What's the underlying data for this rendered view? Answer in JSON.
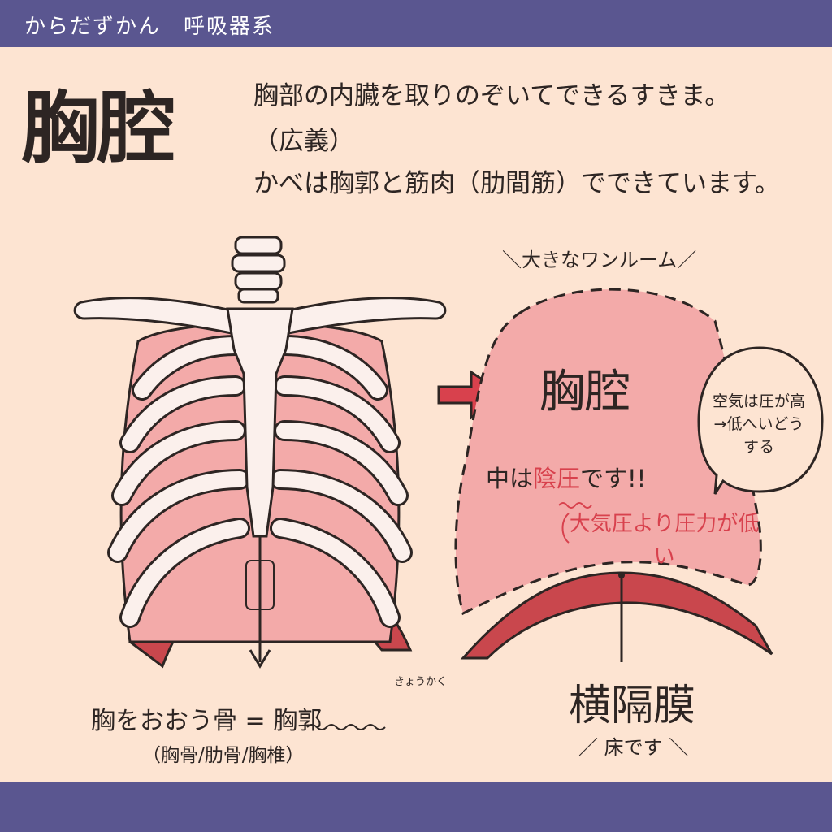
{
  "header": {
    "title": "からだずかん　呼吸器系"
  },
  "main_title": "胸腔",
  "definition": {
    "line1": "胸部の内臓を取りのぞいてできるすきま。",
    "line2": "（広義）",
    "line3": "かべは胸郭と筋肉（肋間筋）でできています。"
  },
  "thorax": {
    "oneroom_label": "＼大きなワンルーム／",
    "cavity_label": "胸腔",
    "bubble_text": "空気は圧が高→低へいどうする",
    "negpress_prefix": "中は",
    "negpress_red": "陰圧",
    "negpress_suffix": "です!!",
    "negpress_note": "大気圧より圧力が低い",
    "diaphragm_label": "横隔膜",
    "floor_label": "／ 床です ＼"
  },
  "bones": {
    "ruby": "きょうかく",
    "line": "胸をおおう骨 = 胸郭",
    "note": "（胸骨/肋骨/胸椎）"
  },
  "colors": {
    "frame": "#5a5690",
    "panel": "#fde4d2",
    "muscle": "#f3aaa9",
    "diaphragm": "#c9474d",
    "bone": "#fbf0ec",
    "ink": "#2d2523",
    "accent_red": "#d8414d"
  }
}
